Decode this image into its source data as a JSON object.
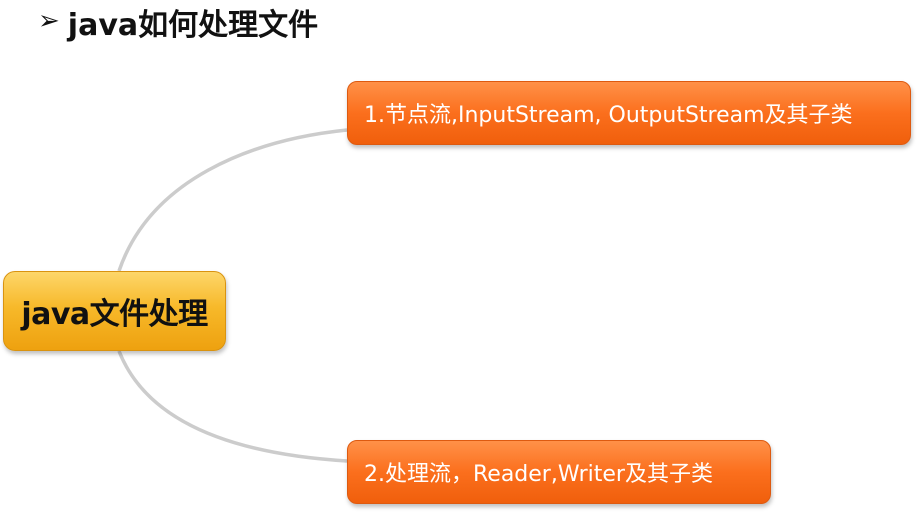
{
  "slide": {
    "bullet_icon": "arrow-bullet-icon",
    "bullet_glyph": "➢",
    "title": "java如何处理文件"
  },
  "mindmap": {
    "root": {
      "label": "java文件处理"
    },
    "branches": [
      {
        "label": "1.节点流,InputStream, OutputStream及其子类"
      },
      {
        "label": "2.处理流，Reader,Writer及其子类"
      }
    ]
  },
  "colors": {
    "root_fill": "#f7b92a",
    "branch_fill": "#fb6f1d",
    "connector": "#cccccc"
  }
}
